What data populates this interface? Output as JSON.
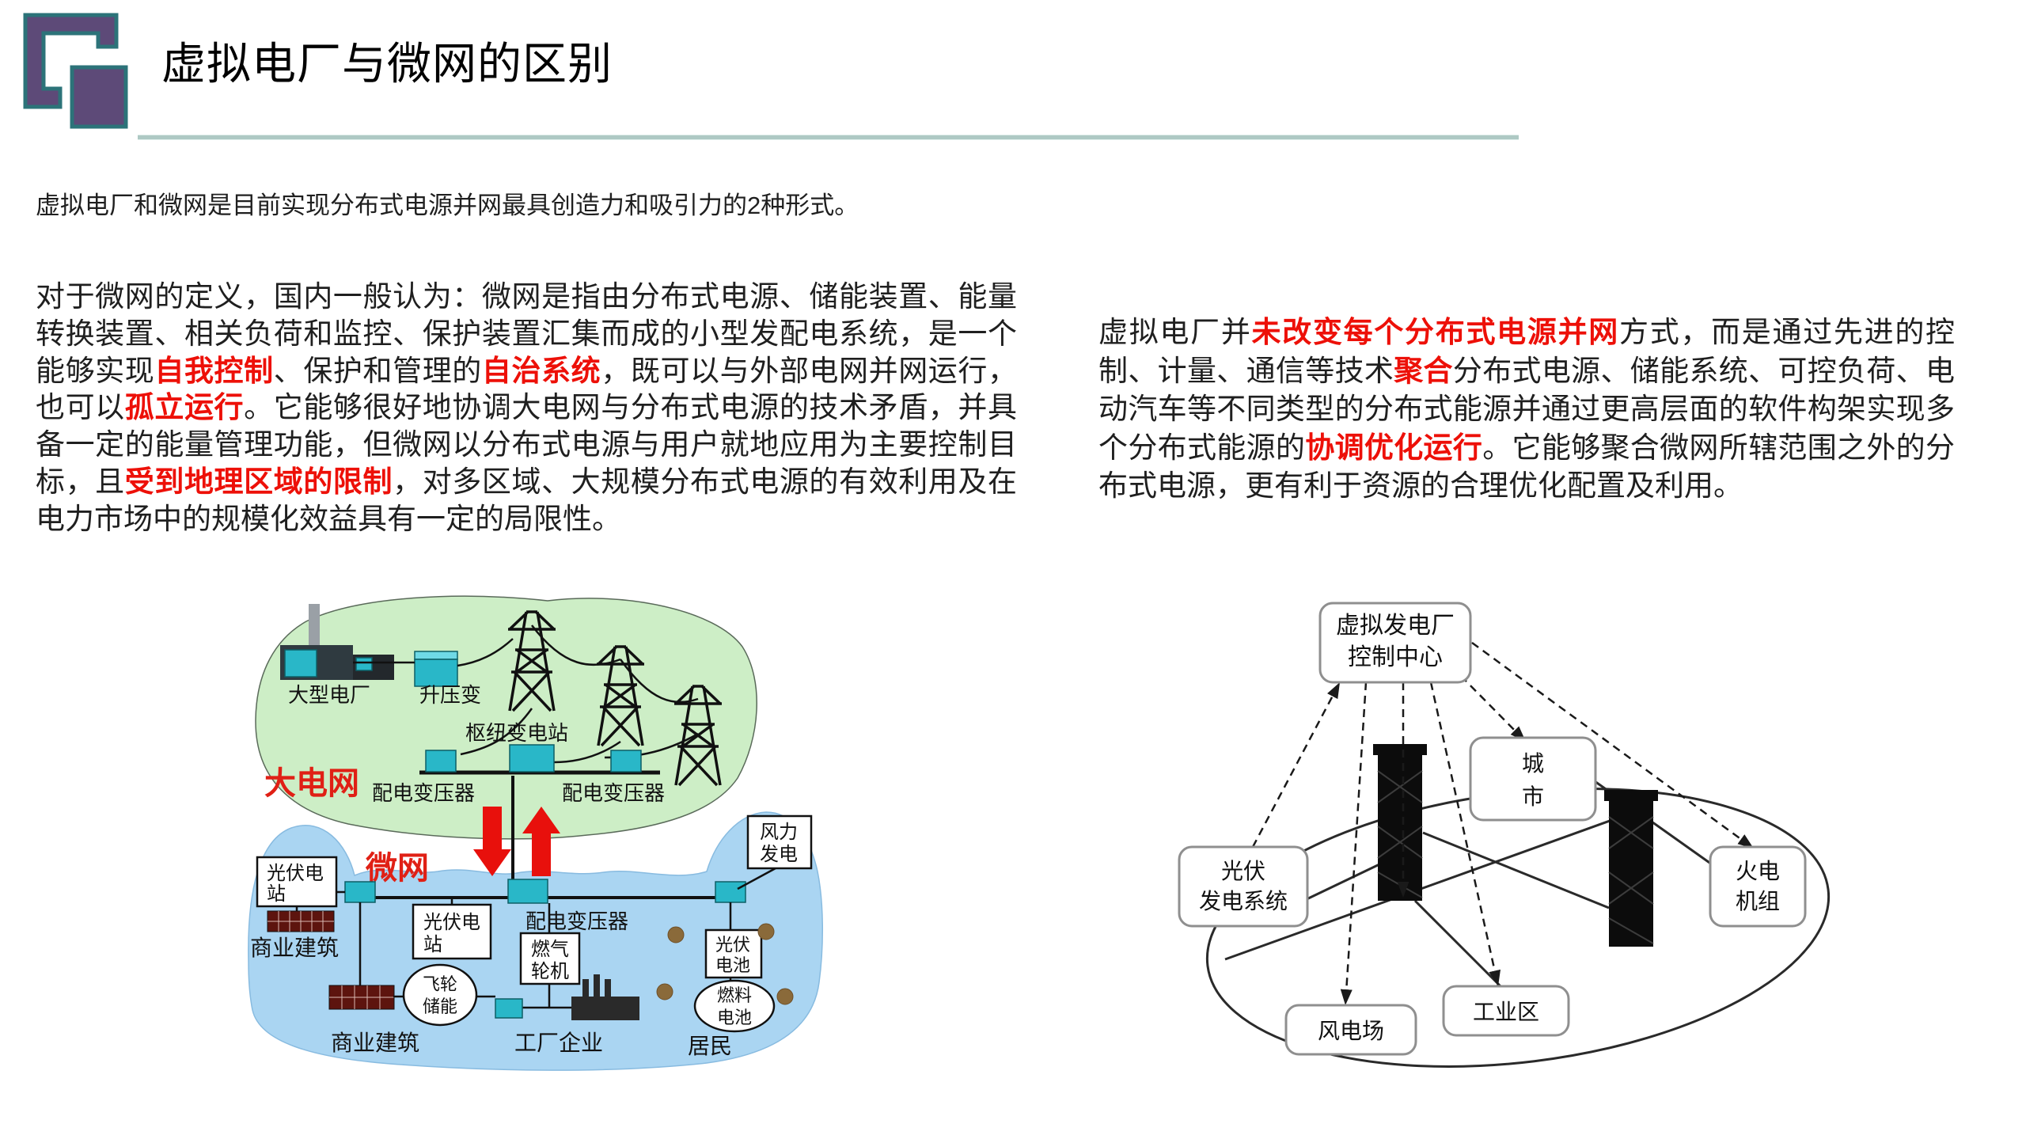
{
  "slide": {
    "title": "虚拟电厂与微网的区别",
    "intro": "虚拟电厂和微网是目前实现分布式电源并网最具创造力和吸引力的2种形式。",
    "colors": {
      "logo_purple": "#5d4a78",
      "logo_teal": "#2c7379",
      "title_rule": "#aec9c4",
      "highlight_red": "#ed1008",
      "figure_red_label": "#e02015",
      "grid_green": "#cdeec6",
      "microgrid_blue": "#aad5f2",
      "transformer_cyan": "#29b7c8"
    }
  },
  "paragraphs": {
    "microgrid": {
      "segments": [
        {
          "t": "对于微网的定义，国内一般认为：微网是指由分布式电源、储能装置、能量转换装置、相关负荷和监控、保护装置汇集而成的小型发配电系统，是一个能够实现",
          "hl": false
        },
        {
          "t": "自我控制",
          "hl": true
        },
        {
          "t": "、保护和管理的",
          "hl": false
        },
        {
          "t": "自治系统",
          "hl": true
        },
        {
          "t": "，既可以与外部电网并网运行，也可以",
          "hl": false
        },
        {
          "t": "孤立运行",
          "hl": true
        },
        {
          "t": "。它能够很好地协调大电网与分布式电源的技术矛盾，并具备一定的能量管理功能，但微网以分布式电源与用户就地应用为主要控制目标，且",
          "hl": false
        },
        {
          "t": "受到地理区域的限制",
          "hl": true
        },
        {
          "t": "，对多区域、大规模分布式电源的有效利用及在电力市场中的规模化效益具有一定的局限性。",
          "hl": false
        }
      ]
    },
    "vpp": {
      "segments": [
        {
          "t": "虚拟电厂并",
          "hl": false
        },
        {
          "t": "未改变每个分布式电源并网",
          "hl": true
        },
        {
          "t": "方式，而是通过先进的控制、计量、通信等技术",
          "hl": false
        },
        {
          "t": "聚合",
          "hl": true
        },
        {
          "t": "分布式电源、储能系统、可控负荷、电动汽车等不同类型的分布式能源并通过更高层面的软件构架实现多个分布式能源的",
          "hl": false
        },
        {
          "t": "协调优化运行",
          "hl": true
        },
        {
          "t": "。它能够聚合微网所辖范围之外的分布式电源，更有利于资源的合理优化配置及利用。",
          "hl": false
        }
      ]
    }
  },
  "figures": {
    "microgrid": {
      "labels": {
        "grid": "大电网",
        "mg": "微网",
        "plant": "大型电厂",
        "stepup": "升压变",
        "hub": "枢纽变电站",
        "dist_left": "配电变压器",
        "dist_right": "配电变压器",
        "dist_mg": "配电变压器",
        "pv1a": "光伏电",
        "pv1b": "站",
        "pv2a": "光伏电",
        "pv2b": "站",
        "biz1": "商业建筑",
        "biz2": "商业建筑",
        "gas1": "燃气",
        "gas2": "轮机",
        "fly1": "飞轮",
        "fly2": "储能",
        "factory": "工厂企业",
        "wind1": "风力",
        "wind2": "发电",
        "cell1": "光伏",
        "cell2": "电池",
        "fuel1": "燃料",
        "fuel2": "电池",
        "res": "居民"
      }
    },
    "vpp": {
      "labels": {
        "control1": "虚拟发电厂",
        "control2": "控制中心",
        "city1": "城",
        "city2": "市",
        "pv1": "光伏",
        "pv2": "发电系统",
        "wind": "风电场",
        "industry": "工业区",
        "thermal1": "火电",
        "thermal2": "机组"
      }
    }
  }
}
